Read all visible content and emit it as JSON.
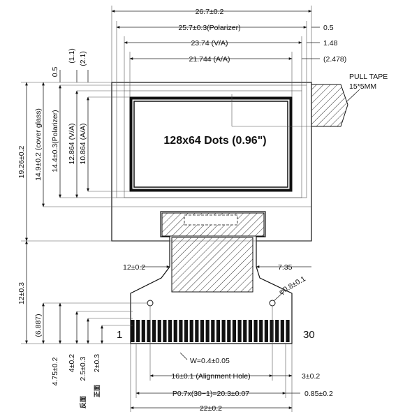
{
  "dims": {
    "overall_width": "26.7±0.2",
    "polarizer_width": "25.7±0.3(Polarizer)",
    "va_width": "23.74  (V/A)",
    "aa_width": "21.744  (A/A)",
    "right_05": "0.5",
    "right_148": "1.48",
    "right_2478": "(2.478)",
    "left_05": "0.5",
    "left_11": "(1.1)",
    "left_21": "(2.1)",
    "cover_glass_h": "14.9±0.2 (cover glass)",
    "polarizer_h": "14.4±0.3(Polarizer)",
    "va_h": "12.864  (V/A)",
    "aa_h": "10.864  (A/A)",
    "total_h": "19.26±0.2",
    "fpc_length": "12±0.3",
    "fpc_687": "(6.887)",
    "fpc_475": "4.75±0.2",
    "fpc_4": "4±0.2",
    "fpc_25": "2.5±0.3",
    "fpc_2": "2±0.3",
    "neck_left": "12±0.2",
    "neck_right": "7.35",
    "hole_dia": "φ0.8±0.1",
    "pin_width": "W=0.4±0.05",
    "alignment": "16±0.1  (Alignment Hole)",
    "right_3": "3±0.2",
    "pitch": "P0.7x(30−1)=20.3±0.07",
    "right_085": "0.85±0.2",
    "bottom_width": "22±0.2"
  },
  "pull_tape": {
    "line1": "PULL TAPE",
    "line2": "15*5MM"
  },
  "display_label": "128x64 Dots (0.96\")",
  "pin_start": "1",
  "pin_end": "30",
  "side_note_front": "正面",
  "side_note_back": "反面"
}
